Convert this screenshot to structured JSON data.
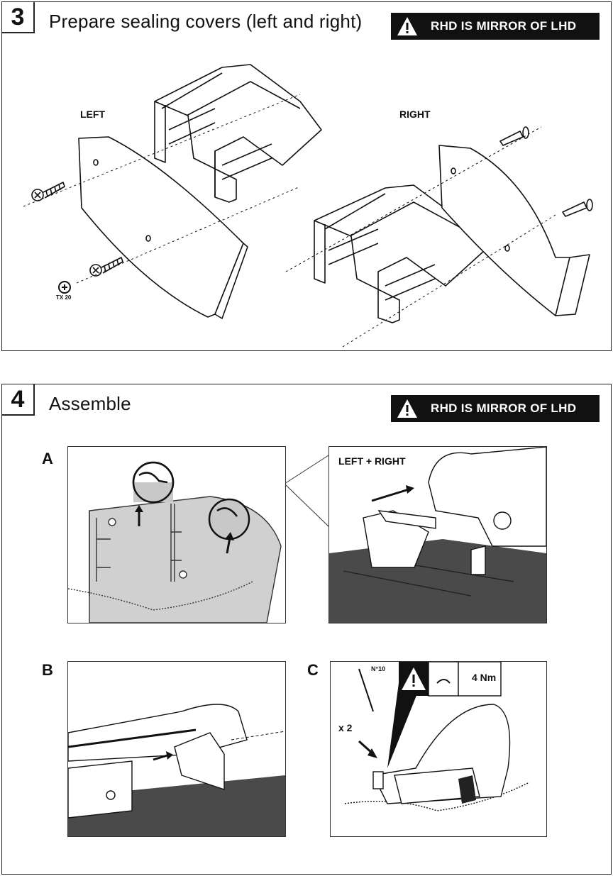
{
  "step3": {
    "number": "3",
    "title": "Prepare sealing covers (left and right)",
    "warning": "RHD IS MIRROR OF LHD",
    "left_label": "LEFT",
    "right_label": "RIGHT",
    "tool_label": "TX 20"
  },
  "step4": {
    "number": "4",
    "title": "Assemble",
    "warning": "RHD IS MIRROR OF LHD",
    "sub_a": "A",
    "sub_b": "B",
    "sub_c": "C",
    "left_right_label": "LEFT + RIGHT",
    "wrench_label": "N°10",
    "torque_label": "4 Nm",
    "count_label": "x 2"
  },
  "colors": {
    "ink": "#111111",
    "shade": "#cfcfcf",
    "road": "#4a4a4a"
  }
}
